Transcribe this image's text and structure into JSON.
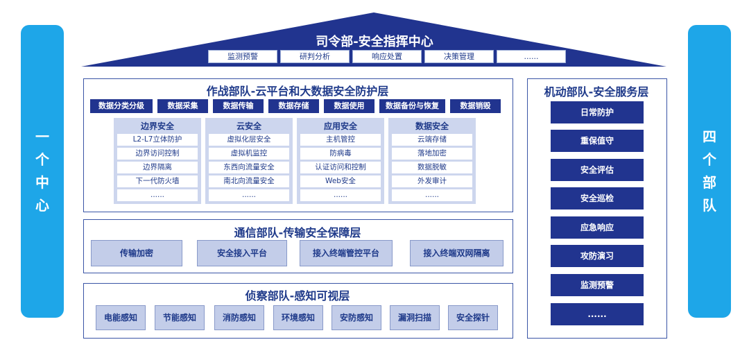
{
  "left_pill": [
    "一",
    "个",
    "中",
    "心"
  ],
  "right_pill": [
    "四",
    "个",
    "部",
    "队"
  ],
  "roof": {
    "title": "司令部-安全指挥中心",
    "tags": [
      "监测预警",
      "研判分析",
      "响应处置",
      "决策管理",
      "......"
    ]
  },
  "combat": {
    "title": "作战部队-云平台和大数据安全防护层",
    "tags": [
      "数据分类分级",
      "数据采集",
      "数据传输",
      "数据存储",
      "数据使用",
      "数据备份与恢复",
      "数据销毁"
    ],
    "columns": [
      {
        "title": "边界安全",
        "items": [
          "L2-L7立体防护",
          "边界访问控制",
          "边界隔离",
          "下一代防火墙",
          "......"
        ]
      },
      {
        "title": "云安全",
        "items": [
          "虚拟化层安全",
          "虚拟机监控",
          "东西向流量安全",
          "南北向流量安全",
          "......"
        ]
      },
      {
        "title": "应用安全",
        "items": [
          "主机管控",
          "防病毒",
          "认证访问和控制",
          "Web安全",
          "......"
        ]
      },
      {
        "title": "数据安全",
        "items": [
          "云端存储",
          "落地加密",
          "数据脱敏",
          "外发审计",
          "......"
        ]
      }
    ]
  },
  "comm": {
    "title": "通信部队-传输安全保障层",
    "items": [
      "传输加密",
      "安全接入平台",
      "接入终端管控平台",
      "接入终端双网隔离"
    ]
  },
  "recon": {
    "title": "侦察部队-感知可视层",
    "items": [
      "电能感知",
      "节能感知",
      "消防感知",
      "环境感知",
      "安防感知",
      "漏洞扫描",
      "安全探针"
    ]
  },
  "mobile": {
    "title": "机动部队-安全服务层",
    "items": [
      "日常防护",
      "重保值守",
      "安全评估",
      "安全巡检",
      "应急响应",
      "攻防演习",
      "监测预警",
      "......"
    ]
  },
  "colors": {
    "accent": "#1ea6e8",
    "navy": "#21348f",
    "light": "#cdd6ee"
  }
}
